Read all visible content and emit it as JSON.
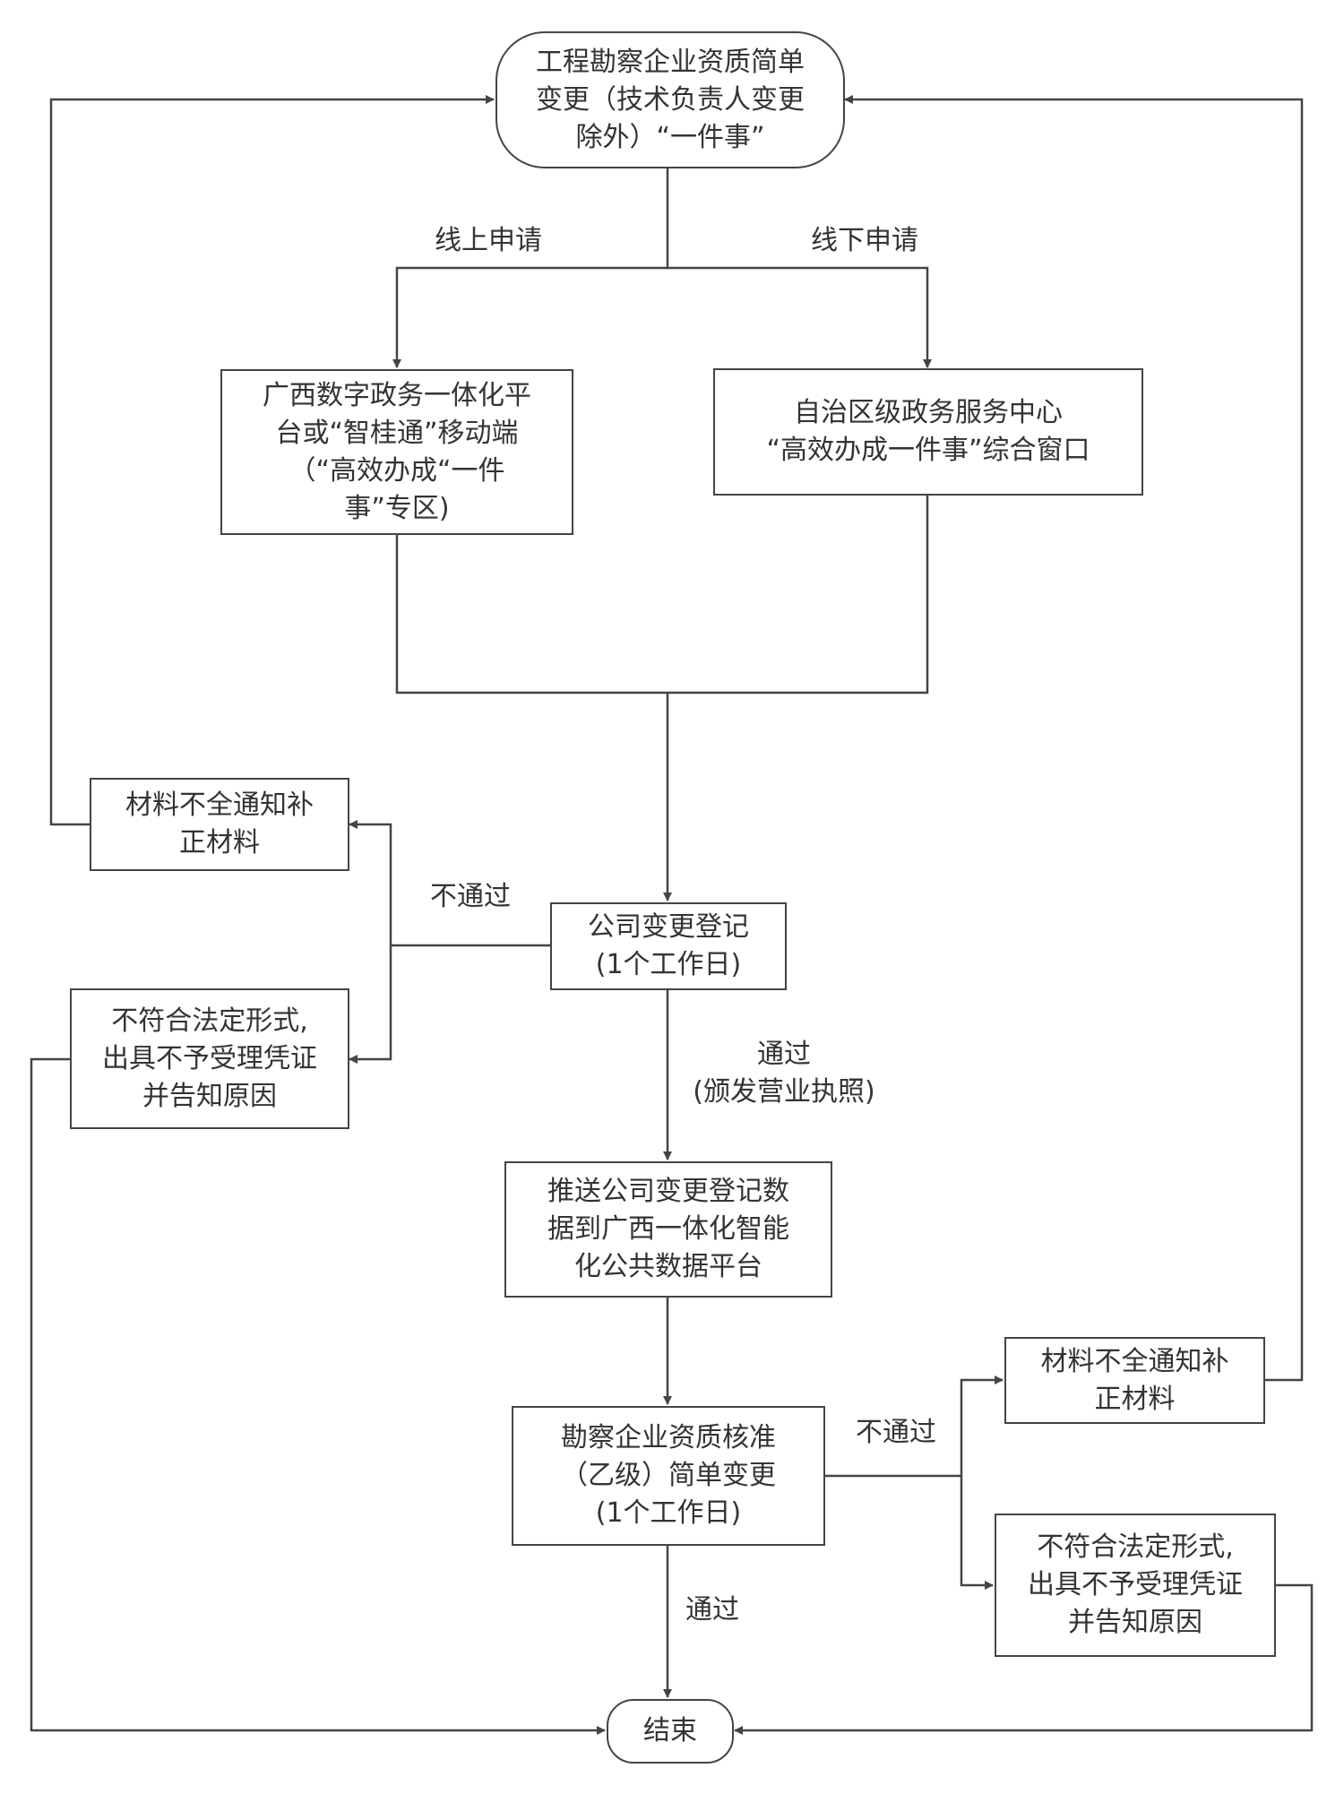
{
  "nodes": {
    "start": "工程勘察企业资质简单\n变更（技术负责人变更\n除外）“一件事”",
    "online_platform": "广西数字政务一体化平\n台或“智桂通”移动端\n（“高效办成“一件\n事”专区)",
    "offline_window": "自治区级政务服务中心\n“高效办成一件事”综合窗口",
    "company_registration": "公司变更登记\n(1个工作日)",
    "incomplete_1": "材料不全通知补\n正材料",
    "reject_1": "不符合法定形式,\n出具不予受理凭证\n并告知原因",
    "push_data": "推送公司变更登记数\n据到广西一体化智能\n化公共数据平台",
    "qualification_approval": "勘察企业资质核准\n（乙级）简单变更\n(1个工作日)",
    "incomplete_2": "材料不全通知补\n正材料",
    "reject_2": "不符合法定形式,\n出具不予受理凭证\n并告知原因",
    "end": "结束"
  },
  "edge_labels": {
    "online": "线上申请",
    "offline": "线下申请",
    "fail_1": "不通过",
    "pass_1": "通过\n(颁发营业执照)",
    "fail_2": "不通过",
    "pass_2": "通过"
  },
  "colors": {
    "line": "#444444",
    "text": "#333333",
    "background": "#ffffff"
  }
}
